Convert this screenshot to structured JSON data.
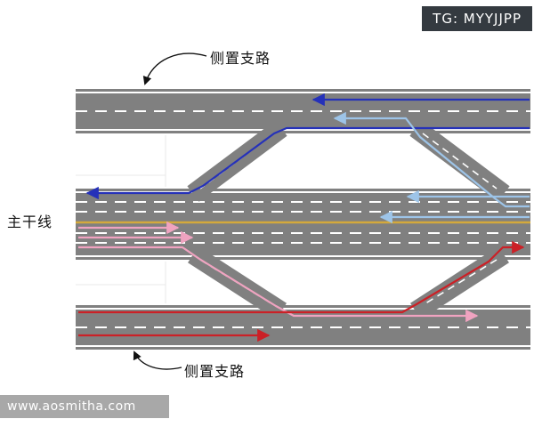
{
  "watermarks": {
    "top": "TG: MYYJJPP",
    "bottom": "www.aosmitha.com"
  },
  "labels": {
    "main_road": "主干线",
    "top_side_road": "侧置支路",
    "bottom_side_road": "侧置支路"
  },
  "colors": {
    "road_gray": "#808080",
    "lane_marking_white": "#ffffff",
    "center_line_yellow": "#d4a93c",
    "arrow_dark_blue": "#2531b9",
    "arrow_light_blue": "#9dc4e8",
    "arrow_pink": "#f0a3c0",
    "arrow_red": "#cb2026",
    "watermark_top_bg": "#343a40",
    "watermark_bottom_bg": "#a8a8a8"
  },
  "diagram": {
    "type": "road-schematic",
    "roads": [
      {
        "id": "top-side-road",
        "label": "侧置支路",
        "lanes": 2
      },
      {
        "id": "main-road",
        "label": "主干线",
        "lanes": 6
      },
      {
        "id": "bottom-side-road",
        "label": "侧置支路",
        "lanes": 2
      }
    ],
    "ramps": 4,
    "flows": [
      {
        "color": "dark-blue",
        "direction": "westbound",
        "route": "top side road through"
      },
      {
        "color": "dark-blue",
        "direction": "westbound",
        "route": "top side road to main road via left ramp"
      },
      {
        "color": "light-blue",
        "direction": "westbound",
        "route": "main road through (2 arrows)"
      },
      {
        "color": "light-blue",
        "direction": "westbound",
        "route": "main road to top side road via right ramp"
      },
      {
        "color": "pink",
        "direction": "eastbound",
        "route": "main road through (2 arrows)"
      },
      {
        "color": "pink",
        "direction": "eastbound",
        "route": "main road to bottom side road via left ramp"
      },
      {
        "color": "red",
        "direction": "eastbound",
        "route": "bottom side road through"
      },
      {
        "color": "red",
        "direction": "eastbound",
        "route": "bottom side road to main road via right ramp"
      }
    ]
  }
}
